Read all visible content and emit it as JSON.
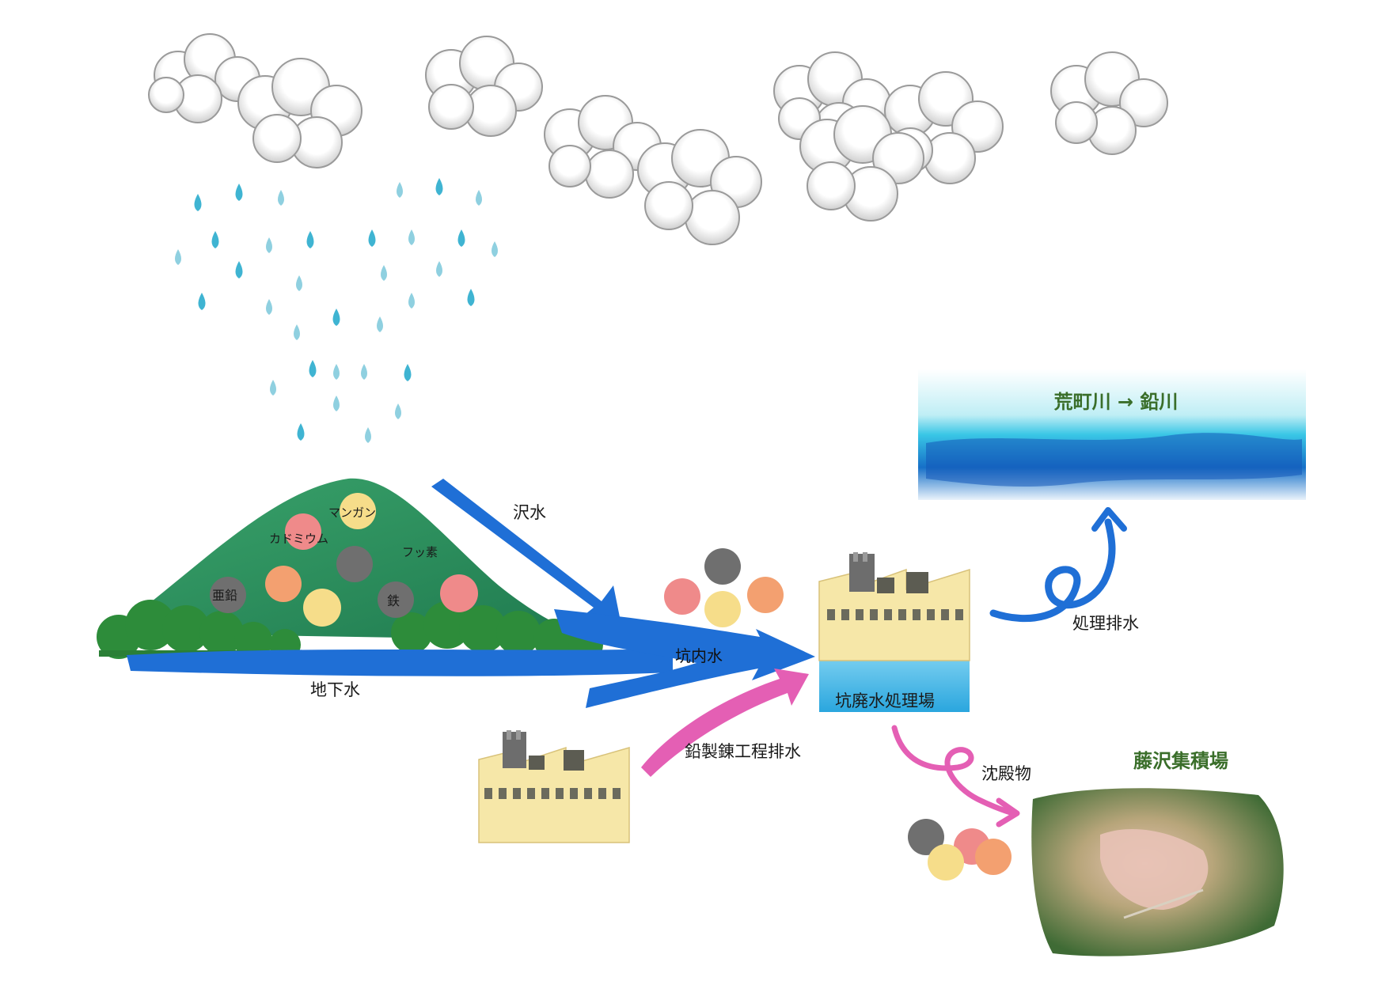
{
  "labels": {
    "sawamizu": "沢水",
    "chikasui": "地下水",
    "kounaisui": "坑内水",
    "seiren_haisui": "鉛製錬工程排水",
    "shorijo": "坑廃水処理場",
    "shori_haisui": "処理排水",
    "chindenbutsu": "沈殿物",
    "river": "荒町川 → 鉛川",
    "yard": "藤沢集積場"
  },
  "mountain_elements": {
    "manganese": "マンガン",
    "cadmium": "カドミウム",
    "fluorine": "フッ素",
    "zinc": "亜鉛",
    "iron": "鉄"
  },
  "colors": {
    "water_blue": "#1f6fd6",
    "pink_flow": "#e45fb4",
    "mountain_green": "#2f9160",
    "factory_yellow": "#f6e7a8",
    "title_green": "#3a6e2a",
    "ball_gray": "#6f6f6f",
    "ball_pink": "#ef8a8a",
    "ball_orange": "#f3a070",
    "ball_yellow": "#f6dd8a"
  }
}
